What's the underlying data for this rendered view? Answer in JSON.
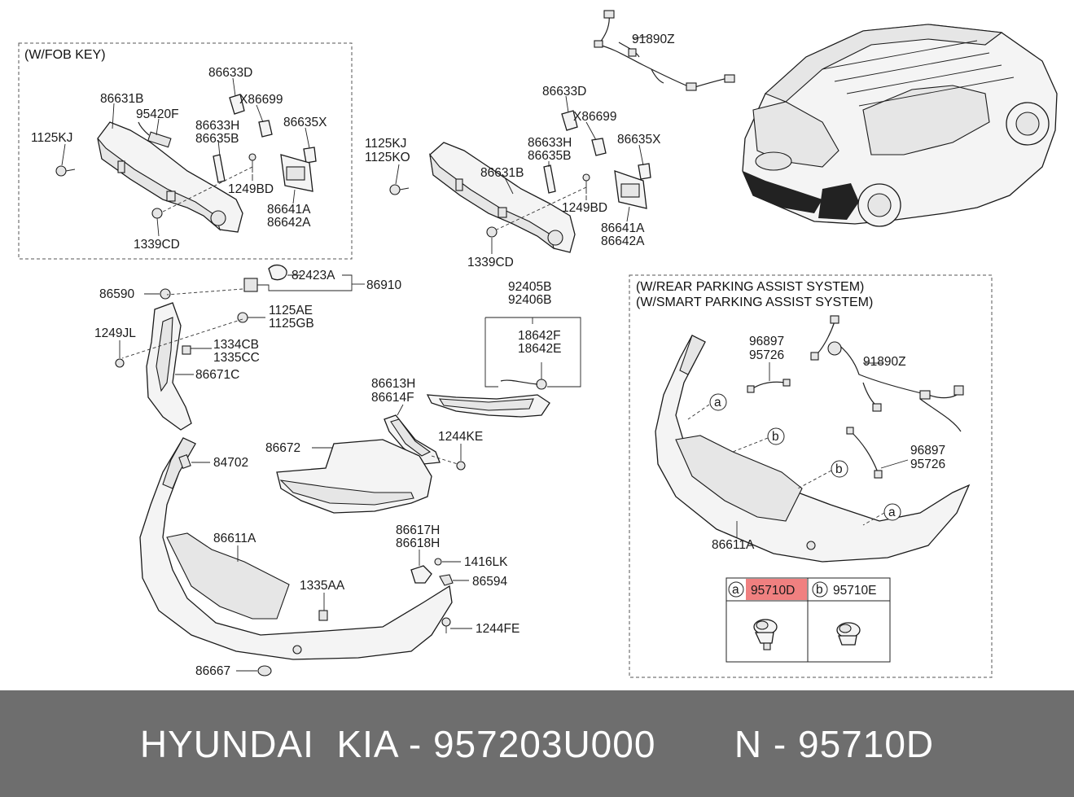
{
  "frames": {
    "fob_key": "(W/FOB KEY)",
    "parking_1": "(W/REAR PARKING ASSIST SYSTEM)",
    "parking_2": "(W/SMART PARKING ASSIST SYSTEM)"
  },
  "labels": {
    "p91890Z_top": "91890Z",
    "p86633D_l": "86633D",
    "p86631B_l": "86631B",
    "pX86699_l": "X86699",
    "p95420F": "95420F",
    "p86633H_l": "86633H",
    "p86635B_l": "86635B",
    "p86635X_l": "86635X",
    "p1125KJ_l": "1125KJ",
    "p1249BD_l": "1249BD",
    "p86641A_l": "86641A",
    "p86642A_l": "86642A",
    "p1339CD_l": "1339CD",
    "p86633D_r": "86633D",
    "pX86699_r": "X86699",
    "p1125KJ_r": "1125KJ",
    "p1125KO_r": "1125KO",
    "p86633H_r": "86633H",
    "p86635B_r": "86635B",
    "p86635X_r": "86635X",
    "p86631B_r": "86631B",
    "p1249BD_r": "1249BD",
    "p86641A_r": "86641A",
    "p86642A_r": "86642A",
    "p1339CD_r": "1339CD",
    "p82423A": "82423A",
    "p86910": "86910",
    "p86590": "86590",
    "p1125AE": "1125AE",
    "p1125GB": "1125GB",
    "p1249JL": "1249JL",
    "p1334CB": "1334CB",
    "p1335CC": "1335CC",
    "p86671C": "86671C",
    "p92405B": "92405B",
    "p92406B": "92406B",
    "p18642F": "18642F",
    "p18642E": "18642E",
    "p86613H": "86613H",
    "p86614F": "86614F",
    "p1244KE": "1244KE",
    "p86672": "86672",
    "p84702": "84702",
    "p86611A_l": "86611A",
    "p86617H": "86617H",
    "p86618H": "86618H",
    "p1416LK": "1416LK",
    "p86594": "86594",
    "p1335AA": "1335AA",
    "p1244FE": "1244FE",
    "p86667": "86667",
    "p96897_a": "96897",
    "p95726_a": "95726",
    "p91890Z_r": "91890Z",
    "p96897_b": "96897",
    "p95726_b": "95726",
    "p86611A_r": "86611A",
    "ca1": "a",
    "cb1": "b",
    "cb2": "b",
    "ca2": "a",
    "table_a_letter": "a",
    "table_a_part": "95710D",
    "table_b_letter": "b",
    "table_b_part": "95710E"
  },
  "colors": {
    "highlight": "#f08080",
    "footer_bg": "#6e6e6e"
  },
  "footer": {
    "brand": "HYUNDAI  KIA - 957203U000",
    "part": "N - 95710D"
  }
}
